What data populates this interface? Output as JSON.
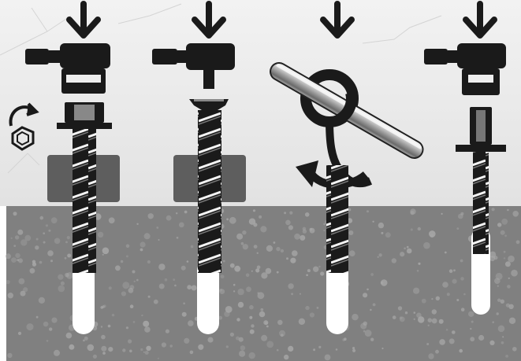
{
  "illustration": {
    "panels": [
      {
        "name": "hex-head-screw-with-washer",
        "icon": "hex-head-screw-icon"
      },
      {
        "name": "countersunk-screw",
        "icon": "countersunk-screw-icon"
      },
      {
        "name": "eye-hook-screw",
        "icon": "eye-hook-screw-icon"
      },
      {
        "name": "pan-head-stud-anchor",
        "icon": "stud-anchor-icon"
      }
    ],
    "icons": [
      "down-arrow-icon",
      "socket-driver-icon",
      "rotate-arrow-icon",
      "screw-thread-icon",
      "metal-bar-icon"
    ],
    "colors": {
      "sky": "#eeeeee",
      "concrete": "#808080",
      "concrete_speckle": "#a6a6a6",
      "hole": "#ffffff",
      "metal": "#1a1a1a",
      "fixture_plate": "#5e5e5e"
    }
  }
}
